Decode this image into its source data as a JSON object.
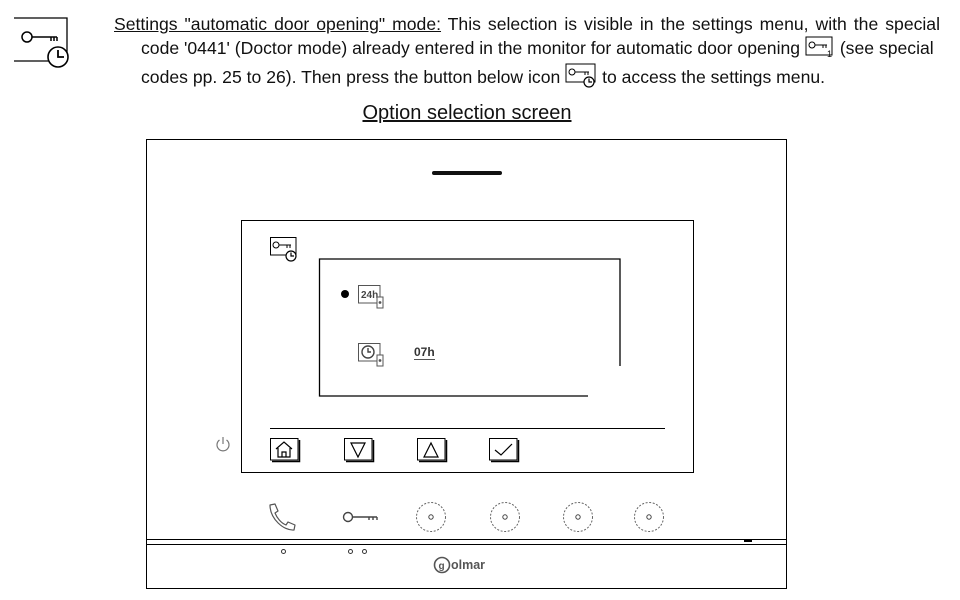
{
  "intro": {
    "line1_underlined": "Settings \"automatic door opening\" mode:",
    "line1_rest": " This selection is visible in the settings menu, with the special",
    "line2_a": "code '0441' (Doctor mode) already entered in the monitor for automatic door opening",
    "line2_b": "(see special",
    "line3_a": "codes pp. 25 to 26). Then press the button below icon",
    "line3_b": "to access the settings menu.",
    "icon_subscript": "1"
  },
  "caption": "Option selection screen",
  "screen": {
    "options": [
      {
        "icon": "24h-door-icon",
        "icon_text": "24h",
        "selected": true,
        "value": ""
      },
      {
        "icon": "timed-door-icon",
        "icon_text": "",
        "selected": false,
        "value": "07h"
      }
    ],
    "buttons": [
      "home-icon",
      "down-arrow-icon",
      "up-arrow-icon",
      "confirm-check-icon"
    ]
  },
  "device": {
    "brand": "golmar",
    "touch_buttons": [
      "handset-icon",
      "key-icon",
      "circle-button-icon",
      "circle-button-icon",
      "circle-button-icon",
      "circle-button-icon"
    ]
  }
}
